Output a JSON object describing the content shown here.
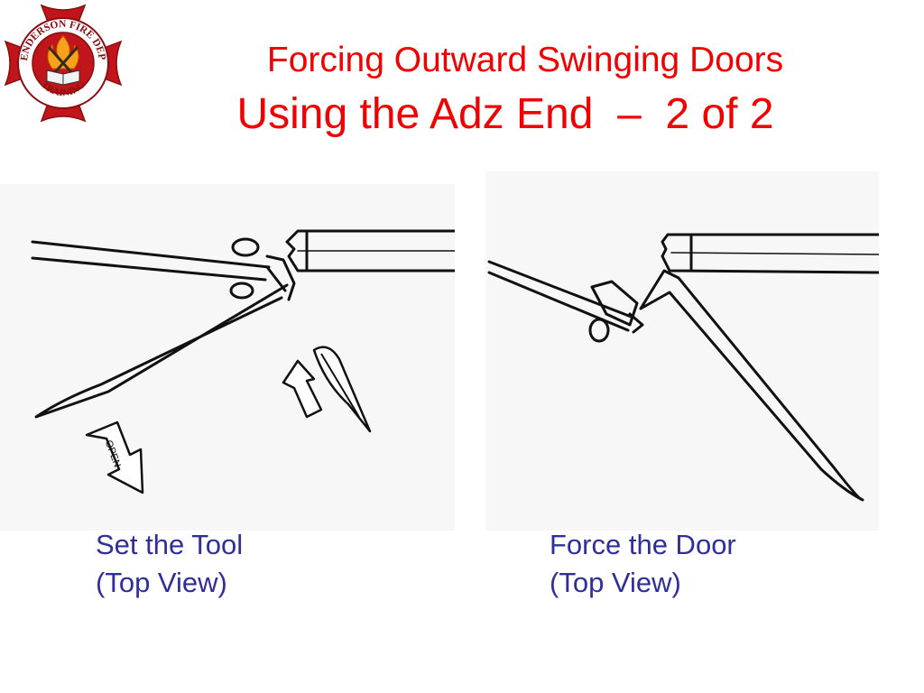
{
  "logo": {
    "top_text": "HENDERSON FIRE DEPT.",
    "bottom_text": "TRAINING",
    "icon": "fire-department-training-badge-icon",
    "colors": {
      "maltese_cross": "#c0161b",
      "ring": "#ffffff",
      "flame": "#f7a21b",
      "book": "#f2f2f2"
    }
  },
  "title": {
    "line1": "Forcing Outward Swinging Doors",
    "line2": "Using the Adz End  –  2 of 2",
    "color": "#f00000"
  },
  "figures": [
    {
      "caption_line1": "Set the Tool",
      "caption_line2": "(Top View)",
      "icon": "set-tool-diagram-icon",
      "arrow_text": "OPEN"
    },
    {
      "caption_line1": "Force the Door",
      "caption_line2": "(Top View)",
      "icon": "force-door-diagram-icon"
    }
  ],
  "caption_color": "#2f2f9c"
}
